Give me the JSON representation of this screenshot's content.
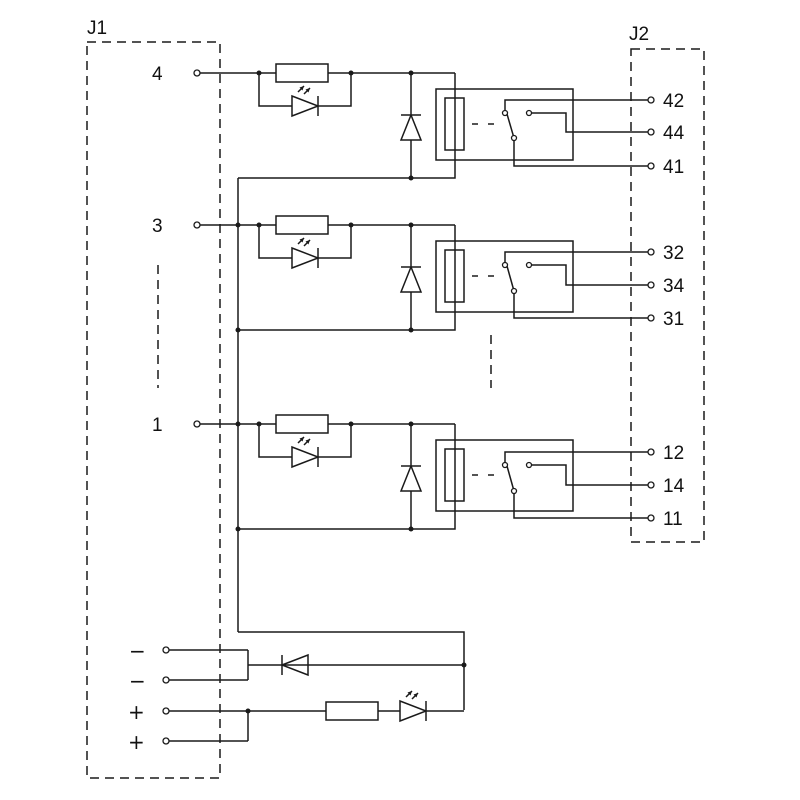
{
  "connectors": {
    "j1": {
      "label": "J1"
    },
    "j2": {
      "label": "J2"
    }
  },
  "channels": [
    {
      "input": "4",
      "contacts": [
        "42",
        "44",
        "41"
      ]
    },
    {
      "input": "3",
      "contacts": [
        "32",
        "34",
        "31"
      ]
    },
    {
      "input": "1",
      "contacts": [
        "12",
        "14",
        "11"
      ]
    }
  ],
  "power": {
    "minus_symbol": "−",
    "plus_symbol": "+"
  },
  "icons": {
    "resistor": "resistor-icon",
    "led": "led-icon",
    "diode": "diode-icon",
    "relay_coil": "relay-coil-icon",
    "changeover_contact": "changeover-contact-icon",
    "terminal": "terminal-icon"
  }
}
